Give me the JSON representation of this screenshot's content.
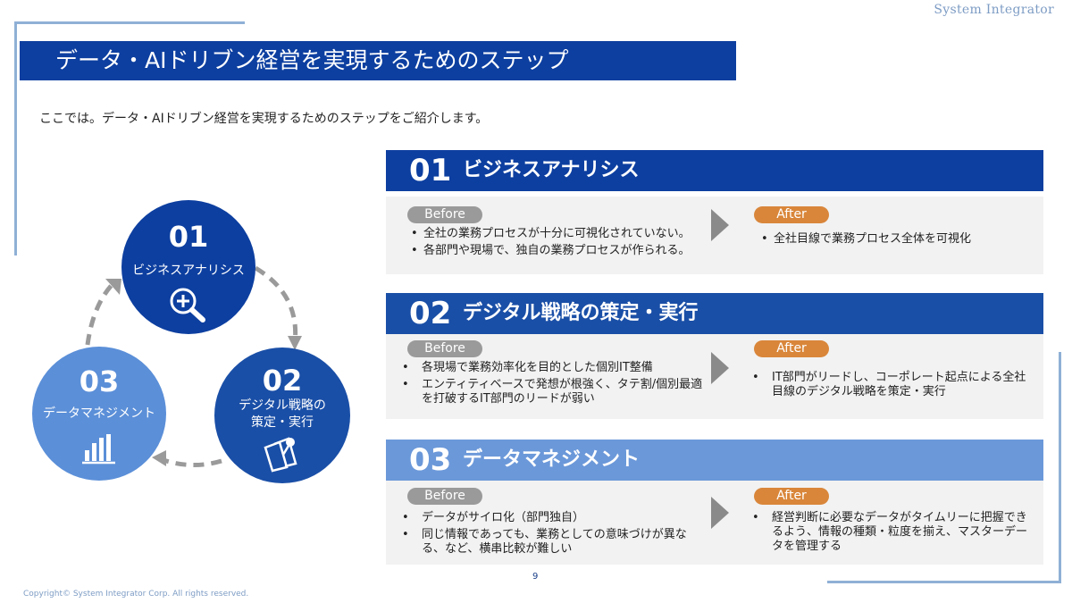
{
  "brand": "System Integrator",
  "title": "データ・AIドリブン経営を実現するためのステップ",
  "intro": "ここでは。データ・AIドリブン経営を実現するためのステップをご紹介します。",
  "cycle": [
    {
      "num": "01",
      "label_lines": [
        "ビジネスアナリシス"
      ],
      "icon": "magnify-plus-icon"
    },
    {
      "num": "02",
      "label_lines": [
        "デジタル戦略の",
        "策定・実行"
      ],
      "icon": "documents-pin-icon"
    },
    {
      "num": "03",
      "label_lines": [
        "データマネジメント"
      ],
      "icon": "bar-chart-icon"
    }
  ],
  "steps": [
    {
      "num": "01",
      "title": "ビジネスアナリシス",
      "header_color": "#0d3fa0",
      "before_label": "Before",
      "after_label": "After",
      "before": [
        "全社の業務プロセスが十分に可視化されていない。",
        "各部門や現場で、独自の業務プロセスが作られる。"
      ],
      "after": [
        "全社目線で業務プロセス全体を可視化"
      ]
    },
    {
      "num": "02",
      "title": "デジタル戦略の策定・実行",
      "header_color": "#1a4fa7",
      "before_label": "Before",
      "after_label": "After",
      "before": [
        "各現場で業務効率化を目的とした個別IT整備",
        "エンティティベースで発想が根強く、タテ割/個別最適を打破するIT部門のリードが弱い"
      ],
      "after": [
        "IT部門がリードし、コーポレート起点による全社目線のデジタル戦略を策定・実行"
      ]
    },
    {
      "num": "03",
      "title": "データマネジメント",
      "header_color": "#6b98d9",
      "before_label": "Before",
      "after_label": "After",
      "before": [
        "データがサイロ化（部門独自）",
        "同じ情報であっても、業務としての意味づけが異なる、など、横串比較が難しい"
      ],
      "after": [
        "経営判断に必要なデータがタイムリーに把握できるよう、情報の種類・粒度を揃え、マスターデータを管理する"
      ]
    }
  ],
  "page_number": "9",
  "copyright": "Copyright© System Integrator Corp. All rights reserved."
}
